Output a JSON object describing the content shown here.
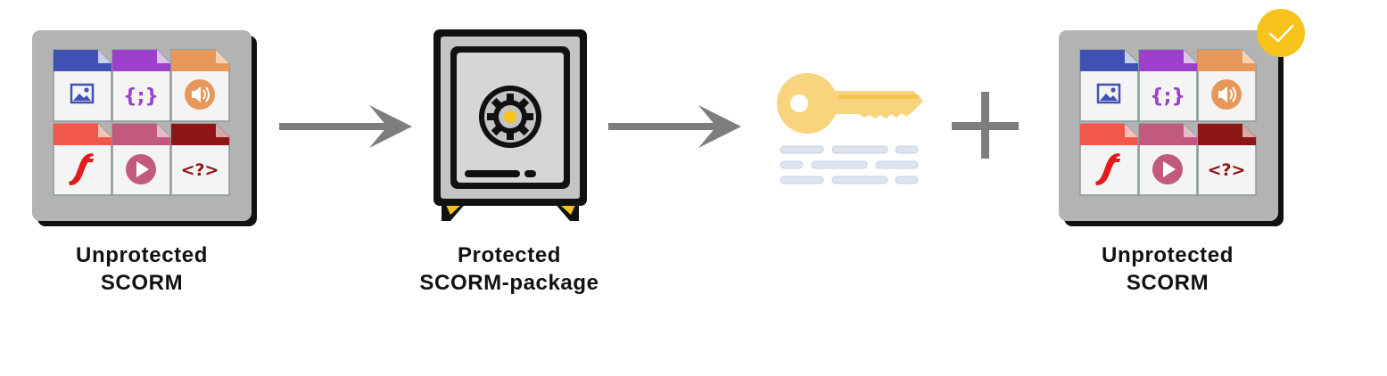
{
  "step1": {
    "line1": "Unprotected",
    "line2": "SCORM"
  },
  "step2": {
    "line1": "Protected",
    "line2": "SCORM-package"
  },
  "step4": {
    "line1": "Unprotected",
    "line2": "SCORM"
  },
  "icons": {
    "package": [
      "image-icon",
      "code-braces-icon",
      "audio-icon",
      "flash-icon",
      "play-icon",
      "xml-icon"
    ],
    "code_glyph": "{;}",
    "xml_glyph": "<?>",
    "safe": "safe-icon",
    "key": "key-icon",
    "plus": "plus-icon",
    "check": "check-badge-icon",
    "arrow": "arrow-right-icon"
  },
  "colors": {
    "panel": "#b3b3b3",
    "blue": "#3f51b5",
    "purple": "#9c3fcc",
    "orange": "#e8975a",
    "red": "#f2584a",
    "pink": "#c2597e",
    "darkred": "#8e1515",
    "key": "#f8d47e",
    "arrow": "#7d7d7d",
    "badge": "#f7c21a"
  }
}
